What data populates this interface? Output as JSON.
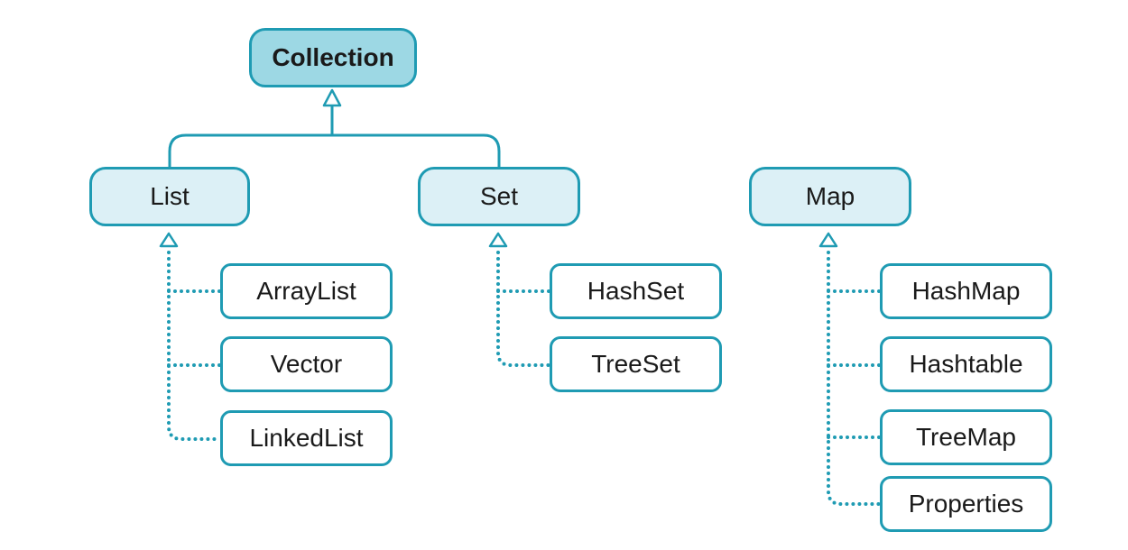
{
  "diagram": {
    "root": {
      "label": "Collection"
    },
    "interfaces": [
      {
        "id": "list",
        "label": "List",
        "extends": "Collection"
      },
      {
        "id": "set",
        "label": "Set",
        "extends": "Collection"
      },
      {
        "id": "map",
        "label": "Map",
        "extends": null
      }
    ],
    "implementations": {
      "list": [
        "ArrayList",
        "Vector",
        "LinkedList"
      ],
      "set": [
        "HashSet",
        "TreeSet"
      ],
      "map": [
        "HashMap",
        "Hashtable",
        "TreeMap",
        "Properties"
      ]
    },
    "colors": {
      "stroke": "#1f9bb3",
      "root_fill": "#9dd8e4",
      "interface_fill": "#dcf0f6",
      "implementation_fill": "#ffffff"
    }
  }
}
